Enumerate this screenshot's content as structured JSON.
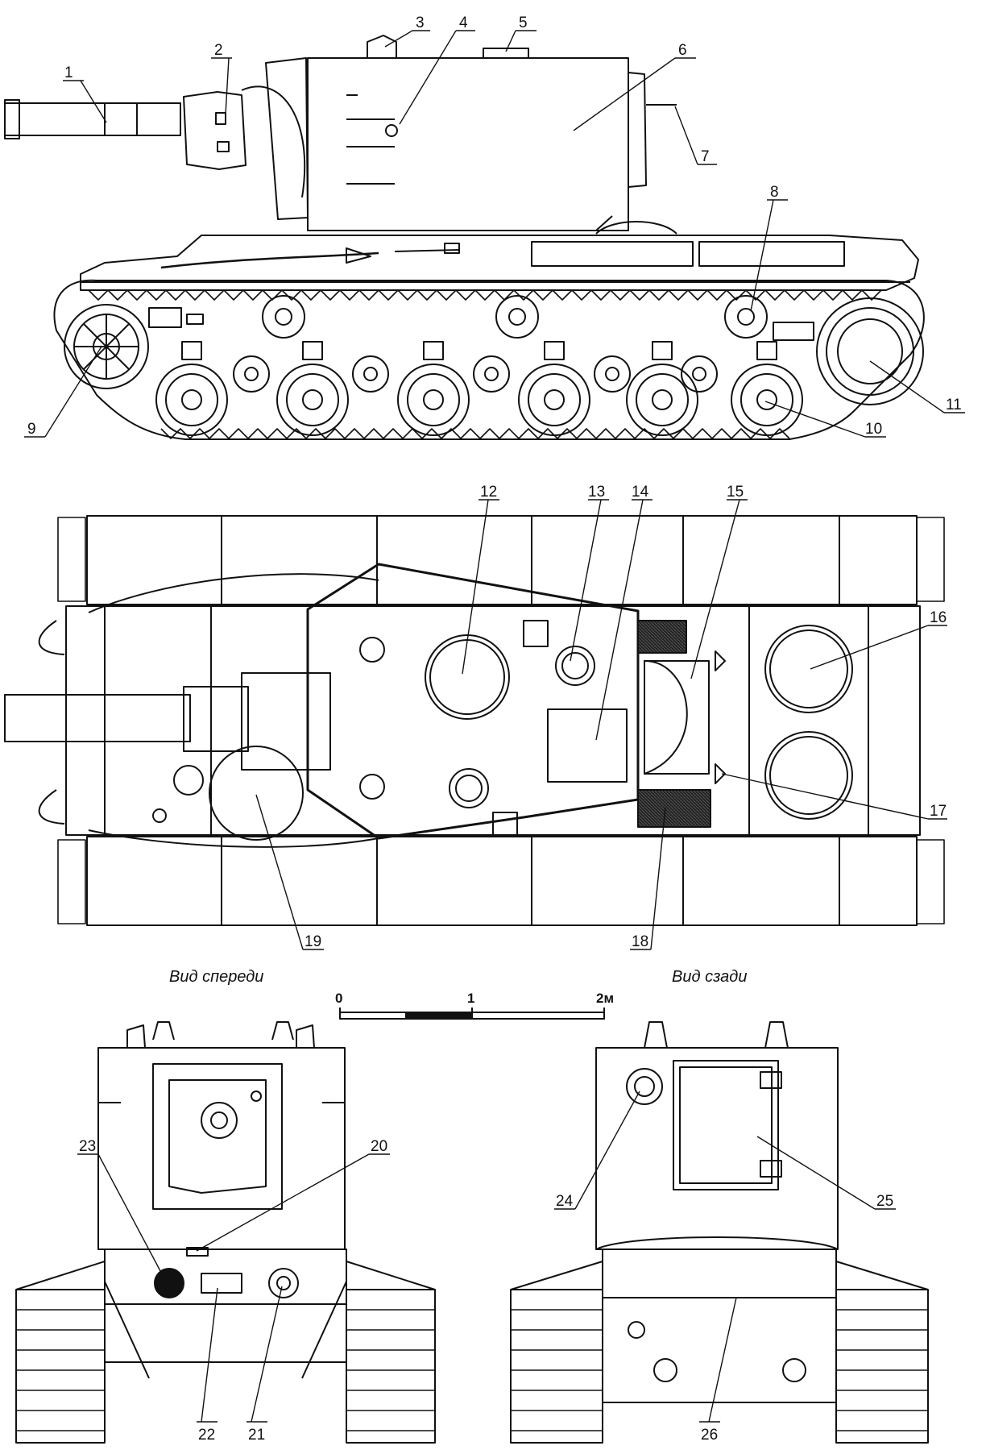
{
  "views": {
    "front_caption": "Вид спереди",
    "rear_caption": "Вид сзади"
  },
  "scale_bar": {
    "ticks": [
      "0",
      "1",
      "2м"
    ]
  },
  "callouts": [
    "1",
    "2",
    "3",
    "4",
    "5",
    "6",
    "7",
    "8",
    "9",
    "10",
    "11",
    "12",
    "13",
    "14",
    "15",
    "16",
    "17",
    "18",
    "19",
    "20",
    "21",
    "22",
    "23",
    "24",
    "25",
    "26"
  ],
  "colors": {
    "line": "#111111",
    "background": "#ffffff",
    "hatch": "#222222"
  }
}
